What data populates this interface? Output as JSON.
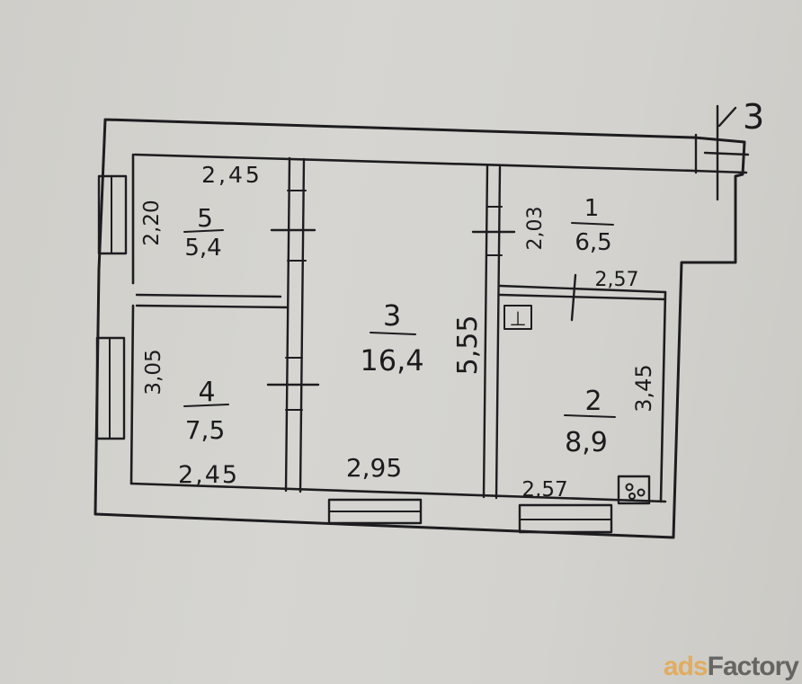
{
  "flat": {
    "number_label": "3",
    "rooms": [
      {
        "id": "1",
        "area": "6,5"
      },
      {
        "id": "2",
        "area": "8,9"
      },
      {
        "id": "3",
        "area": "16,4"
      },
      {
        "id": "4",
        "area": "7,5"
      },
      {
        "id": "5",
        "area": "5,4"
      }
    ],
    "dimensions": {
      "room5_top": "2,45",
      "room5_left": "2,20",
      "room4_left": "3,05",
      "room4_bottom": "2,45",
      "room3_bottom": "2,95",
      "room3_right": "5,55",
      "room1_left": "2,03",
      "room1_bottom": "2,57",
      "room2_right": "3,45",
      "room2_bottom": "2,57"
    },
    "fixtures": {
      "room2_symbol": "⊥"
    }
  },
  "watermark": {
    "part1": "ads",
    "part2": "Factory"
  }
}
